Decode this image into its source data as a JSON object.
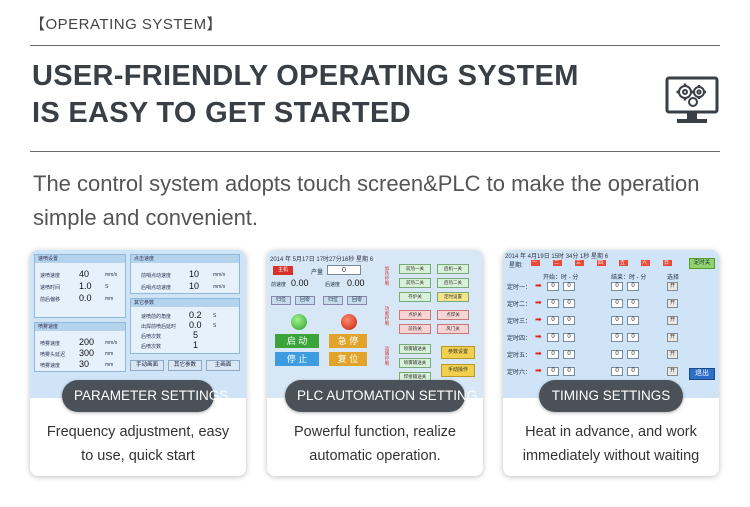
{
  "section_tag": "【OPERATING SYSTEM】",
  "headline": {
    "line1": "USER-FRIENDLY OPERATING SYSTEM",
    "line2": "IS EASY TO GET STARTED"
  },
  "description": "The control system adopts touch screen&PLC to make the operation simple and convenient.",
  "cards": [
    {
      "badge": "PARAMETER SETTINGS",
      "caption_line1": "Frequency adjustment, easy",
      "caption_line2": "to use, quick start",
      "screen": {
        "p1_title": "速喷设置",
        "p1_rows": [
          {
            "label": "速喷速度",
            "value": "40",
            "unit": "mm/s"
          },
          {
            "label": "速喷时间",
            "value": "1.0",
            "unit": "S"
          },
          {
            "label": "前后偏移",
            "value": "0.0",
            "unit": "mm"
          }
        ],
        "p2_title": "点击速度",
        "p2_rows": [
          {
            "label": "前哨点动速度",
            "value": "10",
            "unit": "mm/s"
          },
          {
            "label": "后哨点动速度",
            "value": "10",
            "unit": "mm/s"
          }
        ],
        "p3_title": "其它参数",
        "p3_rows": [
          {
            "label": "速喷前的角度",
            "value": "0.2",
            "unit": "S"
          },
          {
            "label": "出焊前喷后延时",
            "value": "0.0",
            "unit": "S"
          },
          {
            "label": "后喷次数",
            "value": "5",
            "unit": ""
          },
          {
            "label": "后喷次数",
            "value": "1",
            "unit": ""
          }
        ],
        "p4_title": "喷雾速度",
        "p4_rows": [
          {
            "label": "喷雾速度",
            "value": "200",
            "unit": "mm/s"
          },
          {
            "label": "喷雾头延迟",
            "value": "300",
            "unit": "mm"
          },
          {
            "label": "喷雾速度",
            "value": "30",
            "unit": "mm"
          }
        ],
        "buttons": [
          "手动画面",
          "其它参数",
          "主画面"
        ]
      }
    },
    {
      "badge": "PLC AUTOMATION SETTING",
      "caption_line1": "Powerful function, realize",
      "caption_line2": "automatic operation.",
      "screen": {
        "topbar": "2014 年  5月17日 17时27分16秒 星期 6",
        "red_tag": "主机",
        "count_label": "产量",
        "count_value": "0",
        "speed1_label": "前速度",
        "speed1_value": "0.00",
        "speed2_label": "后速度",
        "speed2_value": "0.00",
        "mini_buttons": [
          "归位",
          "回零",
          "归位",
          "回零"
        ],
        "start_label": "启 动",
        "estop_label": "急 停",
        "stop_label": "停 止",
        "reset_label": "复 位",
        "side_labels": [
          "加热控制",
          "功能控制",
          "运输控制"
        ],
        "switches": [
          "前热一关",
          "后机一关",
          "前热二关",
          "后热二关",
          "存炉关",
          "定时设置",
          "点炉关",
          "点焊关",
          "前热关",
          "风门关"
        ],
        "lower": [
          "喷雾输送关",
          "喷雾输送关",
          "焊接输送关"
        ],
        "yellow_buttons": [
          "参数设置",
          "手动操作"
        ],
        "green_bar_color": "#3aa43a",
        "red_lamp_color": "#e03010"
      }
    },
    {
      "badge": "TIMING SETTINGS",
      "caption_line1": "Heat in advance, and work",
      "caption_line2": "immediately without waiting",
      "screen": {
        "topbar": "2014 年  4月19日  15时 34分  1秒 星期 6",
        "weekday_label": "星期:",
        "weekdays": [
          "一",
          "二",
          "三",
          "四",
          "五",
          "六",
          "日"
        ],
        "timer_button": "定时关",
        "col_start": "开始：时 - 分",
        "col_end": "结束：时 - 分",
        "col_select": "选择",
        "rows": [
          {
            "label": "定时一：",
            "s_h": "0",
            "s_m": "0",
            "e_h": "0",
            "e_m": "0",
            "sel": "开"
          },
          {
            "label": "定时二：",
            "s_h": "0",
            "s_m": "0",
            "e_h": "0",
            "e_m": "0",
            "sel": "开"
          },
          {
            "label": "定时三：",
            "s_h": "0",
            "s_m": "0",
            "e_h": "0",
            "e_m": "0",
            "sel": "开"
          },
          {
            "label": "定时四：",
            "s_h": "0",
            "s_m": "0",
            "e_h": "0",
            "e_m": "0",
            "sel": "开"
          },
          {
            "label": "定时五：",
            "s_h": "0",
            "s_m": "0",
            "e_h": "0",
            "e_m": "0",
            "sel": "开"
          },
          {
            "label": "定时六：",
            "s_h": "0",
            "s_m": "0",
            "e_h": "0",
            "e_m": "0",
            "sel": "开"
          }
        ],
        "exit_label": "退出",
        "arrow_glyph": "➡"
      }
    }
  ],
  "icon": {
    "name": "gears-monitor-icon",
    "color": "#3a3f45"
  }
}
